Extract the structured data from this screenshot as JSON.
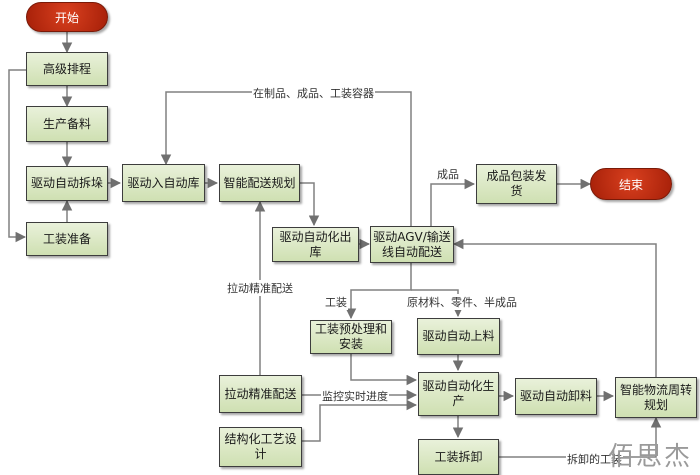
{
  "nodes": {
    "start": "开始",
    "end": "结束",
    "scheduling": "高级排程",
    "prep_material": "生产备料",
    "auto_unstack": "驱动自动拆垛",
    "tool_prep": "工装准备",
    "auto_store_in": "驱动入自动库",
    "smart_dispatch": "智能配送规划",
    "auto_store_out": "驱动自动化出\n库",
    "agv_dispatch": "驱动AGV/输送\n线自动配送",
    "packing": "成品包装发\n货",
    "tool_preprocess": "工装预处理和\n安装",
    "auto_loading": "驱动自动上料",
    "pull_dispatch": "拉动精准配送",
    "auto_production": "驱动自动化生\n产",
    "auto_unloading": "驱动自动卸料",
    "logistics_plan": "智能物流周转\n规划",
    "structured_process": "结构化工艺设\n计",
    "tool_removal": "工装拆卸"
  },
  "labels": {
    "wip_containers": "在制品、成品、工装容器",
    "finished": "成品",
    "pull_dispatch_vertical": "拉动精准配送",
    "tooling": "工装",
    "materials": "原材料、零件、半成品",
    "monitor": "监控实时进度",
    "removed_tooling": "拆卸的工装"
  },
  "watermark": "佰思杰",
  "colors": {
    "terminal": "#c0300f",
    "process_fill": "#dbe8c6",
    "line": "#808080"
  }
}
